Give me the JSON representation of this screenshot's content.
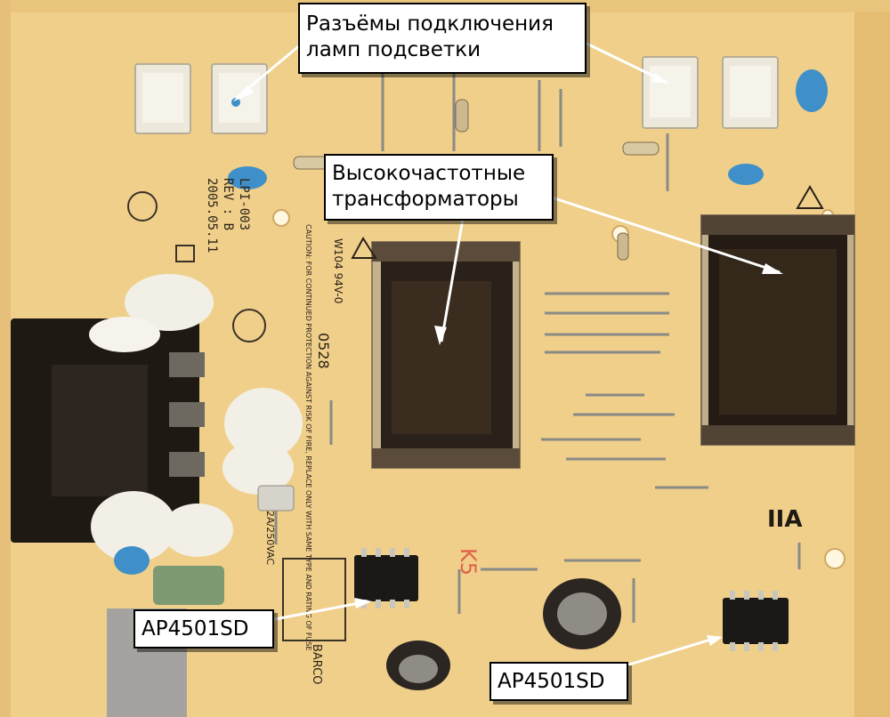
{
  "image": {
    "colors": {
      "board": "#f0cf8a",
      "board_edge": "#e4bd72",
      "background": "#ffffff",
      "dark_component": "#1f1914",
      "capacitor_blue": "#3f8fc8",
      "connector_white": "#ece8dc",
      "callout_fill": "#ffffff",
      "callout_border": "#000000"
    }
  },
  "callouts": {
    "lamp_connectors": "Разъёмы подключения\nламп подсветки",
    "hf_transformers": "Высокочастотные\nтрансформаторы",
    "chip_left": "AP4501SD",
    "chip_right": "AP4501SD"
  },
  "silkscreen": {
    "board_id": "LPI-003",
    "revision": "REV : B",
    "date": "2005.05.11",
    "rating": "W104 94V-0",
    "code": "0528",
    "caution": "CAUTION: FOR CONTINUED PROTECTION AGAINST RISK OF FIRE, REPLACE ONLY WITH SAME TYPE AND RATING OF FUSE",
    "fuse": "2A/250VAC",
    "mark_left": "K5",
    "mark_right": "IIA",
    "brand": "BARCO"
  }
}
